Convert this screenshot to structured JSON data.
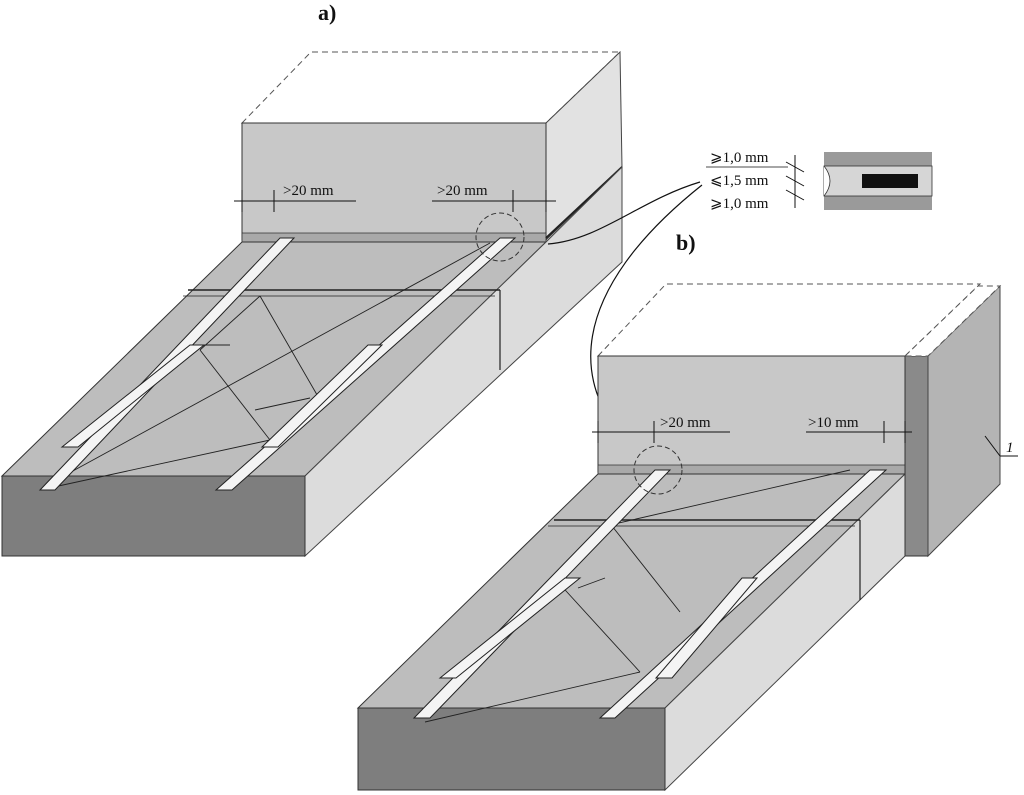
{
  "panels": {
    "a": {
      "label": "a)",
      "dim_left": ">20 mm",
      "dim_right": ">20 mm"
    },
    "b": {
      "label": "b)",
      "dim_left": ">20 mm",
      "dim_right": ">10 mm",
      "callout": "1"
    }
  },
  "detail": {
    "top": "⩾1,0 mm",
    "middle": "⩽1,5 mm",
    "bottom": "⩾1,0 mm"
  },
  "colors": {
    "block_front": "#7e7e7e",
    "block_side": "#dcdcdc",
    "wall_face": "#c8c8c8",
    "wall_side": "#e2e2e2",
    "slab_top": "#b8b8b8",
    "strip": "#f4f4f4",
    "insert": "#111111"
  }
}
